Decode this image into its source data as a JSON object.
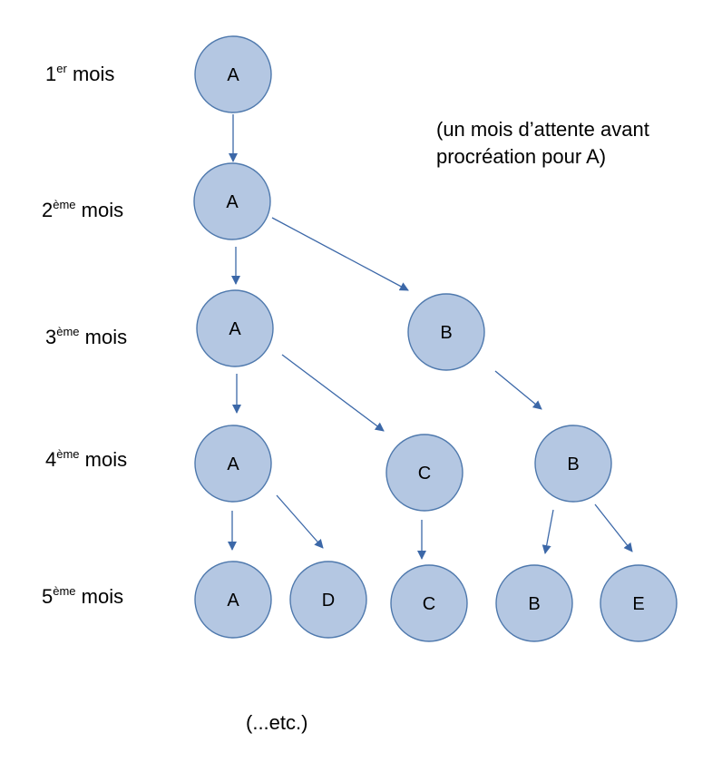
{
  "months": [
    {
      "number": "1",
      "suffix": "er",
      "word": "mois"
    },
    {
      "number": "2",
      "suffix": "ème",
      "word": "mois"
    },
    {
      "number": "3",
      "suffix": "ème",
      "word": "mois"
    },
    {
      "number": "4",
      "suffix": "ème",
      "word": "mois"
    },
    {
      "number": "5",
      "suffix": "ème",
      "word": "mois"
    }
  ],
  "note": {
    "line1": "(un mois d’attente avant",
    "line2": "procréation pour A)"
  },
  "nodes": [
    {
      "id": "m1-A",
      "label": "A"
    },
    {
      "id": "m2-A",
      "label": "A"
    },
    {
      "id": "m3-A",
      "label": "A"
    },
    {
      "id": "m3-B",
      "label": "B"
    },
    {
      "id": "m4-A",
      "label": "A"
    },
    {
      "id": "m4-C",
      "label": "C"
    },
    {
      "id": "m4-B",
      "label": "B"
    },
    {
      "id": "m5-A",
      "label": "A"
    },
    {
      "id": "m5-D",
      "label": "D"
    },
    {
      "id": "m5-C",
      "label": "C"
    },
    {
      "id": "m5-B",
      "label": "B"
    },
    {
      "id": "m5-E",
      "label": "E"
    }
  ],
  "edges": [
    {
      "from": "m1-A",
      "to": "m2-A"
    },
    {
      "from": "m2-A",
      "to": "m3-A"
    },
    {
      "from": "m2-A",
      "to": "m3-B"
    },
    {
      "from": "m3-A",
      "to": "m4-A"
    },
    {
      "from": "m3-A",
      "to": "m4-C"
    },
    {
      "from": "m3-B",
      "to": "m4-B"
    },
    {
      "from": "m4-A",
      "to": "m5-A"
    },
    {
      "from": "m4-A",
      "to": "m5-D"
    },
    {
      "from": "m4-C",
      "to": "m5-C"
    },
    {
      "from": "m4-B",
      "to": "m5-B"
    },
    {
      "from": "m4-B",
      "to": "m5-E"
    }
  ],
  "footer": "(...etc.)",
  "colors": {
    "node_fill": "#b4c7e2",
    "node_stroke": "#4f79ad",
    "arrow": "#3c68a8"
  }
}
